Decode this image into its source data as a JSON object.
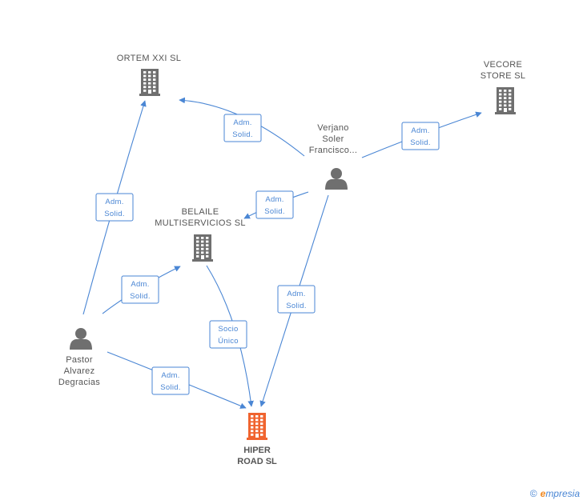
{
  "nodes": [
    {
      "id": "ortem",
      "type": "company",
      "label_lines": [
        "ORTEM XXI SL"
      ]
    },
    {
      "id": "vecore",
      "type": "company",
      "label_lines": [
        "VECORE",
        "STORE  SL"
      ]
    },
    {
      "id": "belaile",
      "type": "company",
      "label_lines": [
        "BELAILE",
        "MULTISERVICIOS SL"
      ]
    },
    {
      "id": "hiper",
      "type": "company-target",
      "label_lines": [
        "HIPER",
        "ROAD SL"
      ]
    },
    {
      "id": "verjano",
      "type": "person",
      "label_lines": [
        "Verjano",
        "Soler",
        "Francisco..."
      ]
    },
    {
      "id": "pastor",
      "type": "person",
      "label_lines": [
        "Pastor",
        "Alvarez",
        "Degracias"
      ]
    }
  ],
  "edges": [
    {
      "id": "e1",
      "from": "verjano",
      "to": "ortem",
      "label_lines": [
        "Adm.",
        "Solid."
      ]
    },
    {
      "id": "e2",
      "from": "verjano",
      "to": "vecore",
      "label_lines": [
        "Adm.",
        "Solid."
      ]
    },
    {
      "id": "e3",
      "from": "verjano",
      "to": "belaile",
      "label_lines": [
        "Adm.",
        "Solid."
      ]
    },
    {
      "id": "e4",
      "from": "verjano",
      "to": "hiper",
      "label_lines": [
        "Adm.",
        "Solid."
      ]
    },
    {
      "id": "e5",
      "from": "pastor",
      "to": "ortem",
      "label_lines": [
        "Adm.",
        "Solid."
      ]
    },
    {
      "id": "e6",
      "from": "pastor",
      "to": "belaile",
      "label_lines": [
        "Adm.",
        "Solid."
      ]
    },
    {
      "id": "e7",
      "from": "pastor",
      "to": "hiper",
      "label_lines": [
        "Adm.",
        "Solid."
      ]
    },
    {
      "id": "e8",
      "from": "belaile",
      "to": "hiper",
      "label_lines": [
        "Socio",
        "Único"
      ]
    }
  ],
  "footer": {
    "copyright": "©",
    "brand_initial": "e",
    "brand_rest": "mpresia"
  },
  "colors": {
    "edge": "#4a86d4",
    "node": "#6f6f6f",
    "target": "#f0642f",
    "label": "#555555"
  }
}
